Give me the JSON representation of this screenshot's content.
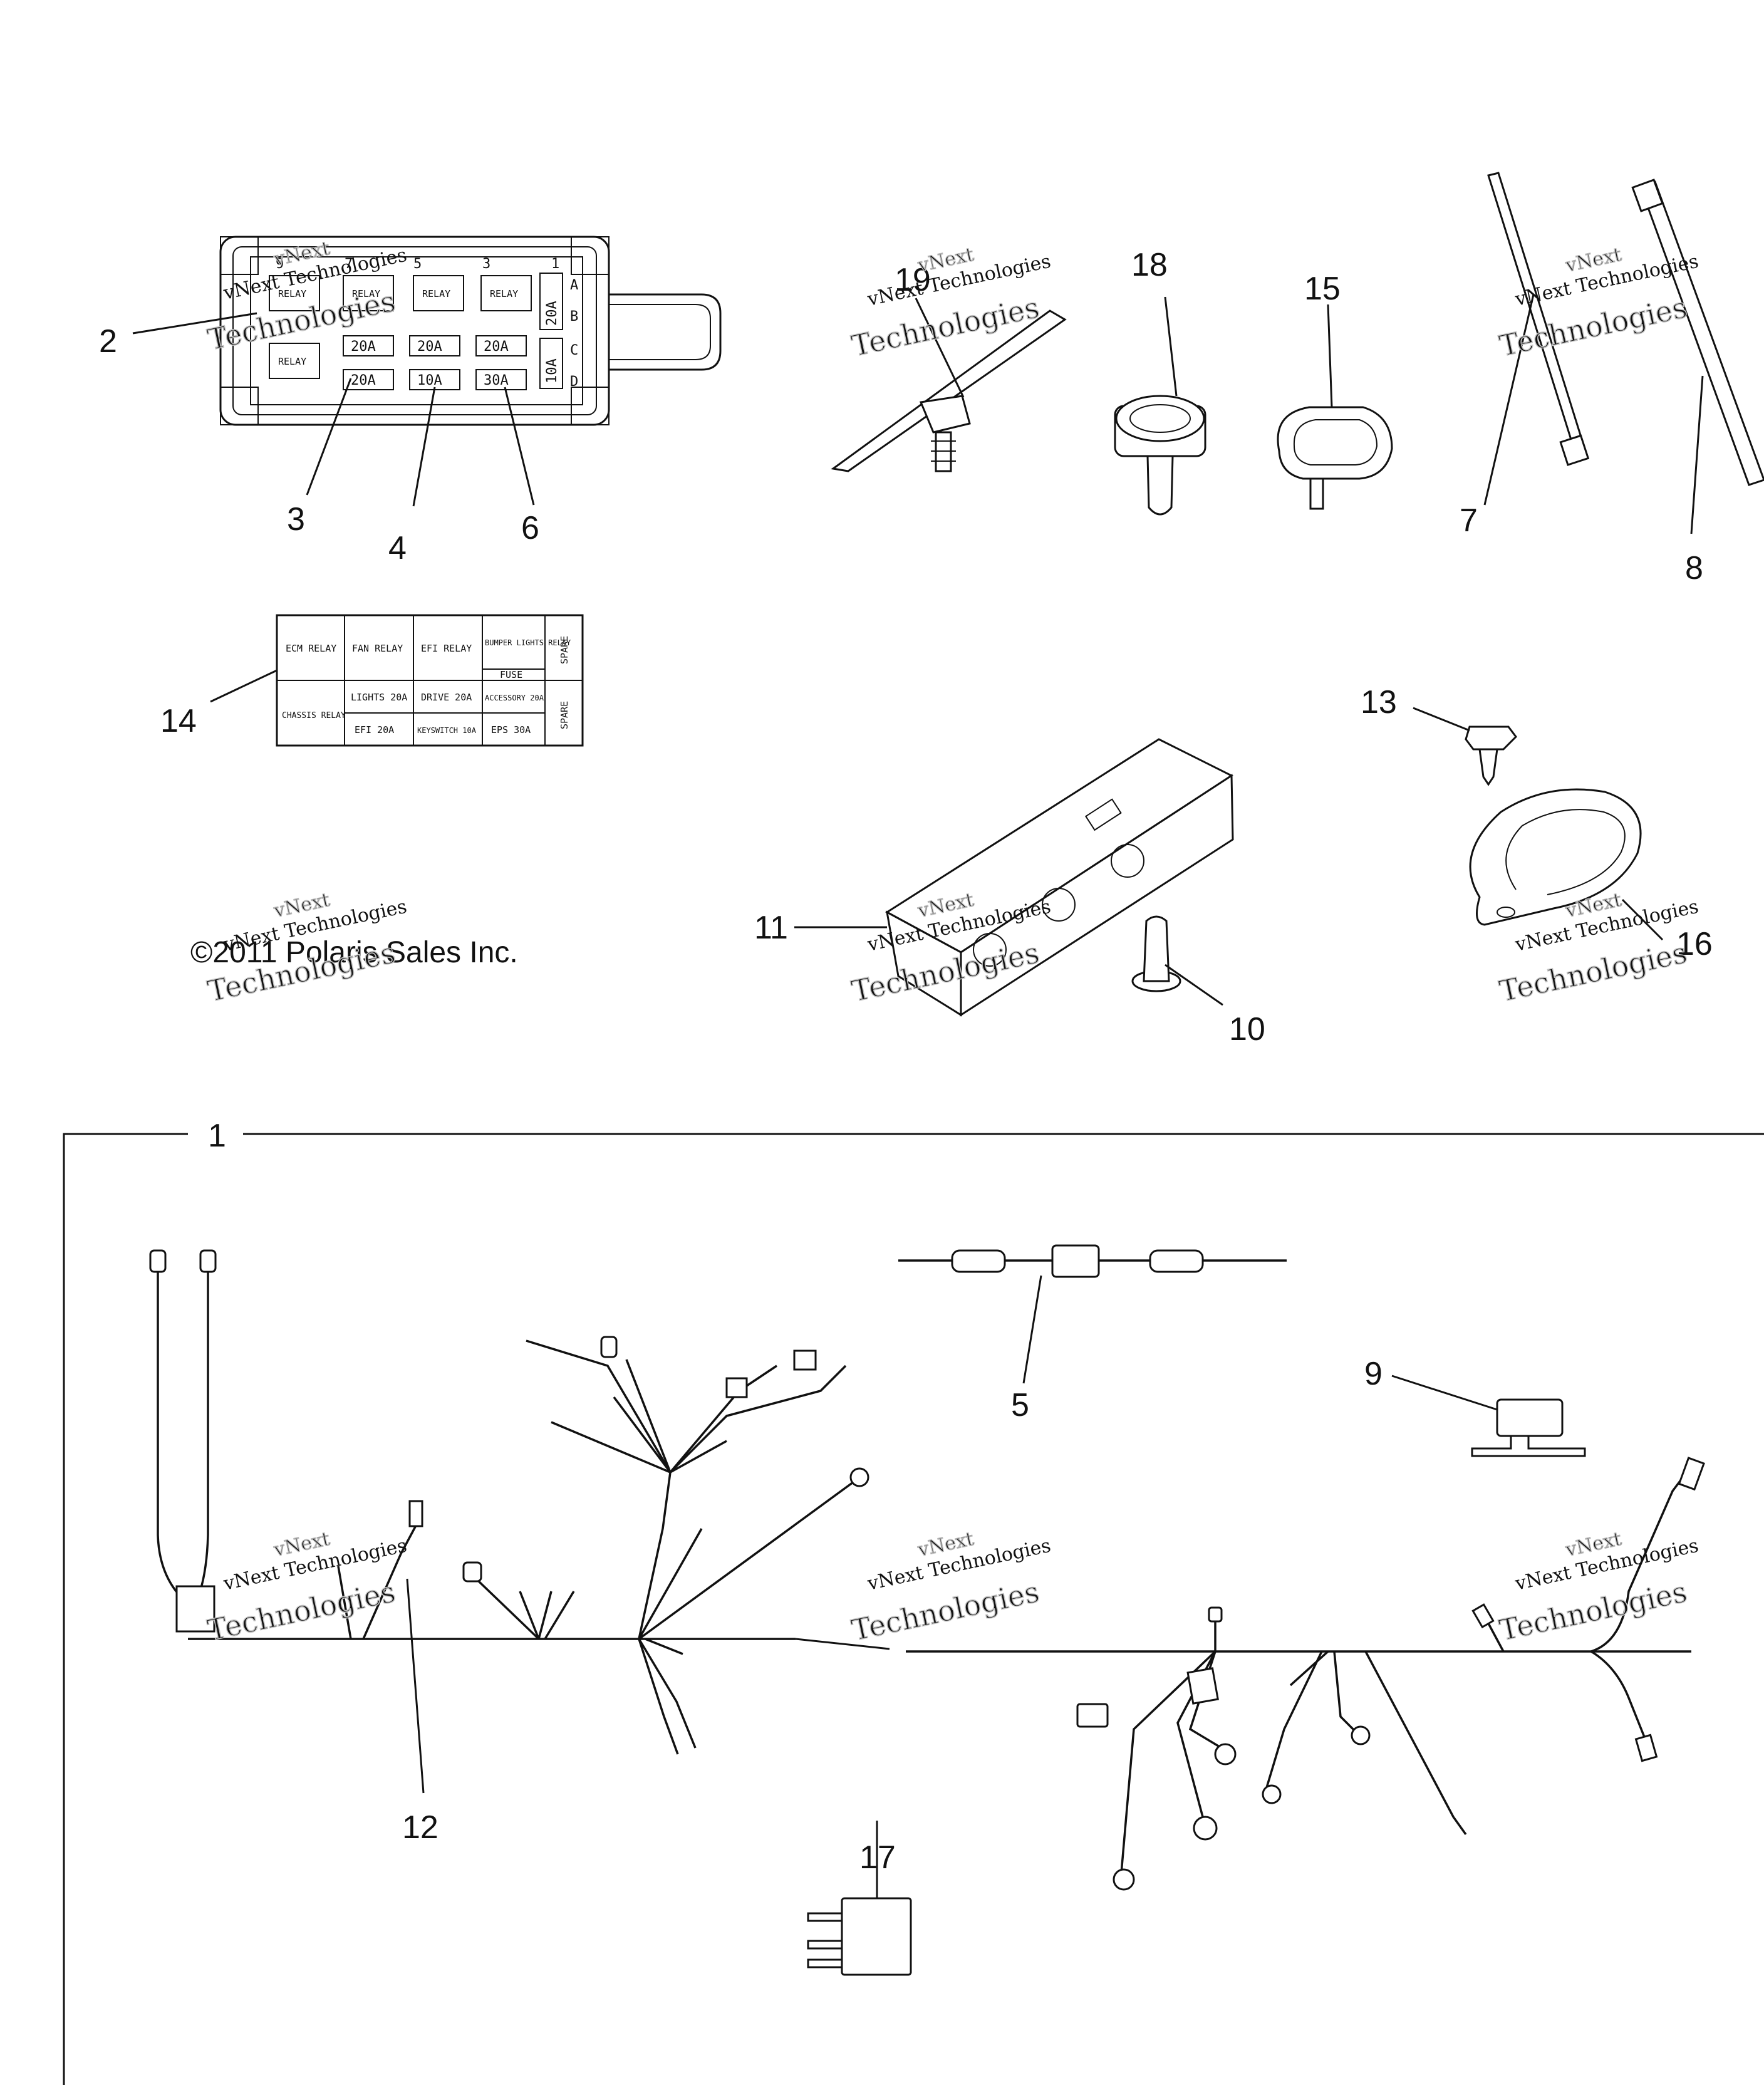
{
  "callouts": {
    "c1": "1",
    "c2": "2",
    "c3": "3",
    "c4": "4",
    "c5": "5",
    "c6": "6",
    "c7": "7",
    "c8": "8",
    "c9": "9",
    "c10": "10",
    "c11": "11",
    "c12": "12",
    "c13": "13",
    "c14": "14",
    "c15": "15",
    "c16": "16",
    "c17": "17",
    "c18": "18",
    "c19": "19"
  },
  "copyright": "©2011 Polaris Sales Inc.",
  "watermark": {
    "line1": "vNext Technologies",
    "line2": "vNext",
    "line3": "Technologies"
  },
  "fuse_box": {
    "top_numbers": [
      "9",
      "7",
      "5",
      "3",
      "1"
    ],
    "row_letters": [
      "A",
      "B",
      "C",
      "D"
    ],
    "relay": "RELAY",
    "fuses_row1": [
      "20A",
      "20A",
      "20A"
    ],
    "fuses_row2": [
      "20A",
      "10A",
      "30A"
    ],
    "fuse_side_a": "20A",
    "fuse_side_b": "10A"
  },
  "label_decal": {
    "r1": [
      "ECM RELAY",
      "FAN RELAY",
      "EFI RELAY",
      "BUMPER LIGHTS RELAY",
      "SPARE"
    ],
    "r1_sub": "FUSE",
    "r2a": [
      "LIGHTS 20A",
      "DRIVE 20A",
      "ACCESSORY 20A"
    ],
    "r2b": [
      "EFI 20A",
      "KEYSWITCH 10A",
      "EPS 30A"
    ],
    "chassis": "CHASSIS RELAY",
    "spare2": "SPARE"
  }
}
